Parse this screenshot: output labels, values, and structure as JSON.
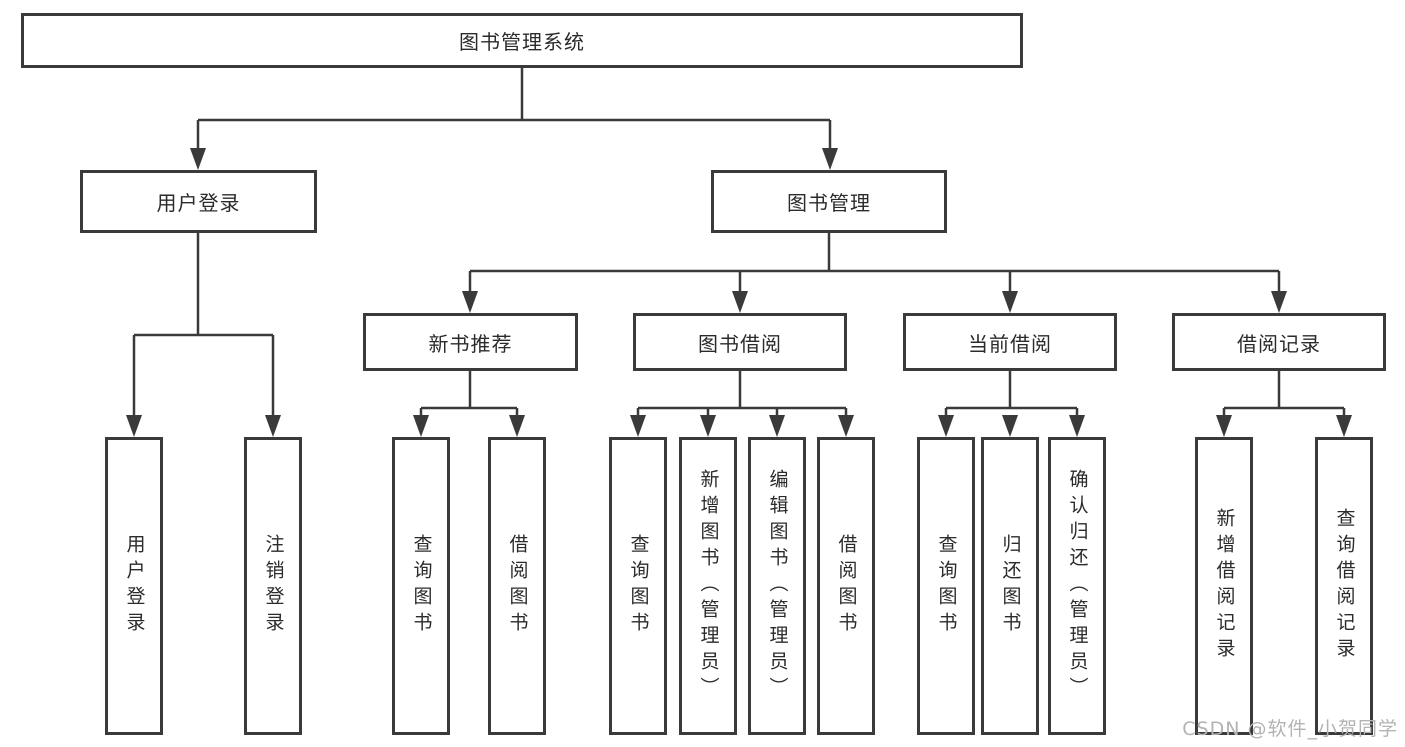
{
  "colors": {
    "line": "#3a3a3a",
    "text": "#2b2b2b",
    "box_fill": "#ffffff",
    "watermark": "#b3b3b3"
  },
  "watermark": {
    "text": "CSDN @软件_小贺同学"
  },
  "tree": {
    "root": {
      "label": "图书管理系统",
      "children": [
        {
          "label": "用户登录",
          "children": [
            {
              "label": "用户登录"
            },
            {
              "label": "注销登录"
            }
          ]
        },
        {
          "label": "图书管理",
          "children": [
            {
              "label": "新书推荐",
              "children": [
                {
                  "label": "查询图书"
                },
                {
                  "label": "借阅图书"
                }
              ]
            },
            {
              "label": "图书借阅",
              "children": [
                {
                  "label": "查询图书"
                },
                {
                  "label": "新增图书（管理员）"
                },
                {
                  "label": "编辑图书（管理员）"
                },
                {
                  "label": "借阅图书"
                }
              ]
            },
            {
              "label": "当前借阅",
              "children": [
                {
                  "label": "查询图书"
                },
                {
                  "label": "归还图书"
                },
                {
                  "label": "确认归还（管理员）"
                }
              ]
            },
            {
              "label": "借阅记录",
              "children": [
                {
                  "label": "新增借阅记录"
                },
                {
                  "label": "查询借阅记录"
                }
              ]
            }
          ]
        }
      ]
    }
  }
}
